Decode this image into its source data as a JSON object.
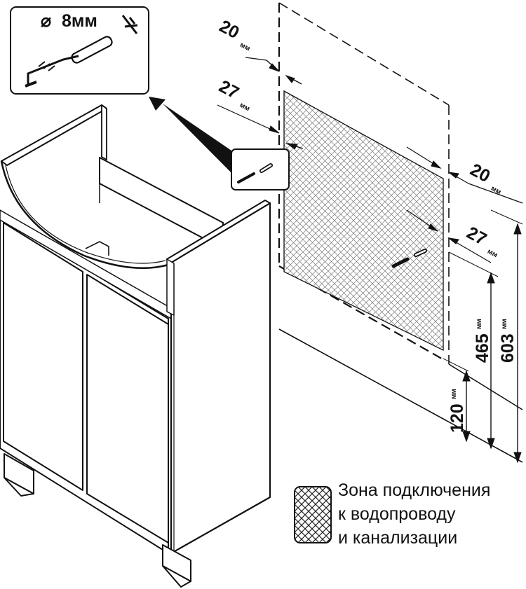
{
  "callout": {
    "drill_label": "8мм",
    "diameter_symbol": "⌀"
  },
  "dimensions": {
    "d1": {
      "value": "20",
      "unit": "мм"
    },
    "d2": {
      "value": "27",
      "unit": "мм"
    },
    "d3": {
      "value": "20",
      "unit": "мм"
    },
    "d4": {
      "value": "27",
      "unit": "мм"
    },
    "d5": {
      "value": "465",
      "unit": "мм"
    },
    "d6": {
      "value": "603",
      "unit": "мм"
    },
    "d7": {
      "value": "120",
      "unit": "мм"
    }
  },
  "legend": {
    "line1": "Зона подключения",
    "line2": "к водопроводу",
    "line3": "и канализации"
  }
}
